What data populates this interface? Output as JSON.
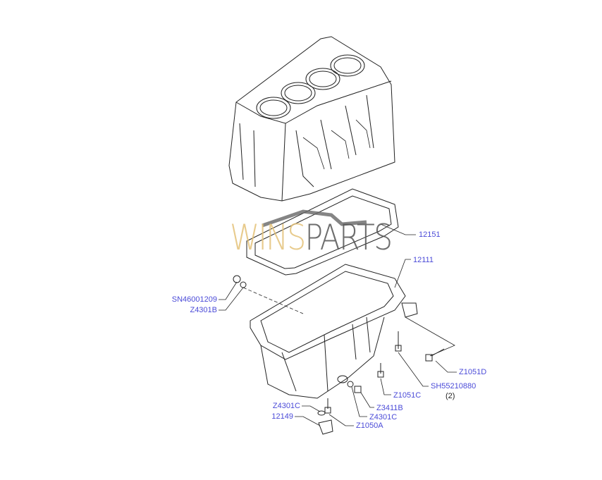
{
  "watermark": {
    "part1": "WINS",
    "part2": "PARTS"
  },
  "callouts": [
    {
      "id": "12151",
      "label": "12151"
    },
    {
      "id": "12111",
      "label": "12111"
    },
    {
      "id": "SN46001209",
      "label": "SN46001209"
    },
    {
      "id": "Z4301B",
      "label": "Z4301B"
    },
    {
      "id": "Z1051D",
      "label": "Z1051D"
    },
    {
      "id": "SH55210880",
      "label": "SH55210880",
      "qty": "(2)"
    },
    {
      "id": "Z1051C",
      "label": "Z1051C"
    },
    {
      "id": "Z3411B",
      "label": "Z3411B"
    },
    {
      "id": "Z4301C-right",
      "label": "Z4301C"
    },
    {
      "id": "Z4301C-left",
      "label": "Z4301C"
    },
    {
      "id": "12149",
      "label": "12149"
    },
    {
      "id": "Z1050A",
      "label": "Z1050A"
    }
  ],
  "colors": {
    "label": "#4b4bd8",
    "line": "#222222",
    "wm_gold": "#e4c27a",
    "wm_grey": "#555555"
  }
}
